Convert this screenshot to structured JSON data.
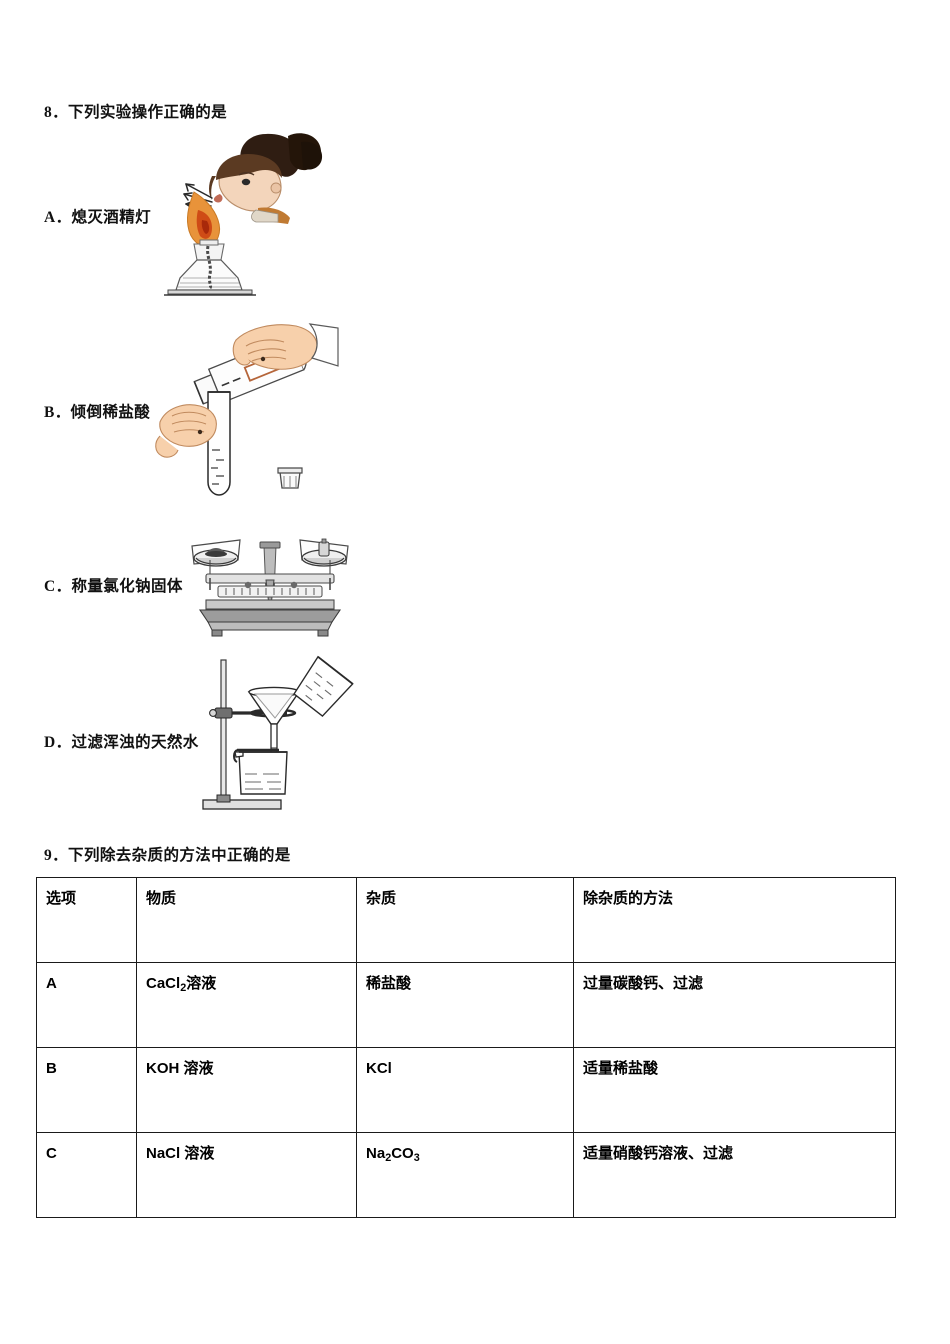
{
  "questions": [
    {
      "number": "8",
      "heading": "8．下列实验操作正确的是",
      "options": [
        {
          "key": "A",
          "label": "A．熄灭酒精灯",
          "figure": "person-blowing-out-alcohol-lamp"
        },
        {
          "key": "B",
          "label": "B．倾倒稀盐酸",
          "figure": "pouring-dilute-hydrochloric-acid-into-test-tube"
        },
        {
          "key": "C",
          "label": "C．称量氯化钠固体",
          "figure": "balance-weighing-sodium-chloride"
        },
        {
          "key": "D",
          "label": "D．过滤浑浊的天然水",
          "figure": "filtration-apparatus-funnel-beaker-stand"
        }
      ]
    },
    {
      "number": "9",
      "heading": "9．下列除去杂质的方法中正确的是"
    }
  ],
  "table": {
    "headers": [
      "选项",
      "物质",
      "杂质",
      "除杂质的方法"
    ],
    "rows": [
      {
        "option": "A",
        "substance_pre": "CaCl",
        "substance_sub": "2",
        "substance_post": "溶液",
        "impurity_pre": "稀盐酸",
        "impurity_sub": "",
        "impurity_post": "",
        "method": "过量碳酸钙、过滤"
      },
      {
        "option": "B",
        "substance_pre": "KOH 溶液",
        "substance_sub": "",
        "substance_post": "",
        "impurity_pre": "KCl",
        "impurity_sub": "",
        "impurity_post": "",
        "method": "适量稀盐酸"
      },
      {
        "option": "C",
        "substance_pre": "NaCl 溶液",
        "substance_sub": "",
        "substance_post": "",
        "impurity_pre": "Na",
        "impurity_sub": "2",
        "impurity_mid": "CO",
        "impurity_sub2": "3",
        "impurity_post": "",
        "method": "适量硝酸钙溶液、过滤"
      }
    ]
  },
  "colors": {
    "page_background": "#ffffff",
    "text": "#111111",
    "table_border": "#1a1a1a",
    "skin": "#f6cfa8",
    "flame_outer": "#e08020",
    "flame_inner": "#c03010",
    "hair": "#3b2418",
    "glass_stroke": "#5a5a5a",
    "balance_gray": "#8a8a8a"
  }
}
